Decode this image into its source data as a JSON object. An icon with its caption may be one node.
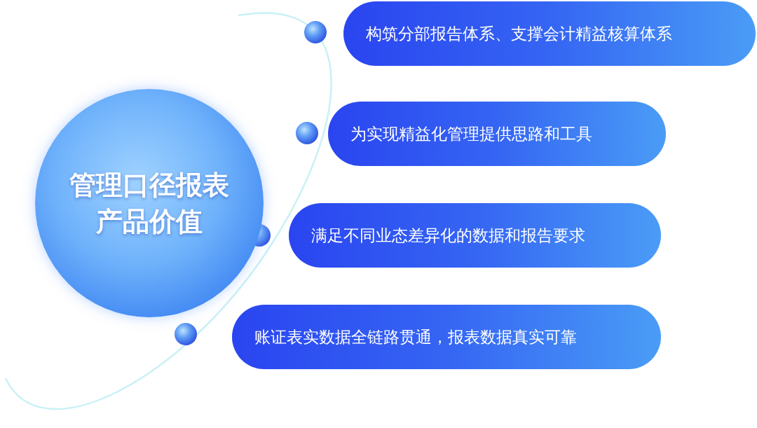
{
  "diagram": {
    "nodes": [
      {
        "text": [
          "管理口径报表产品价值"
        ]
      },
      {
        "text": [
          "构筑分部报告体系、支撑会计精益核算体系"
        ]
      },
      {
        "text": [
          "为实现精益化管理提供思路和工具"
        ]
      },
      {
        "text": [
          "满足不同业态差异化的数据和报告要求"
        ]
      },
      {
        "text": [
          "账证表实数据全链路贯通，报表数据真实可靠"
        ]
      }
    ]
  }
}
